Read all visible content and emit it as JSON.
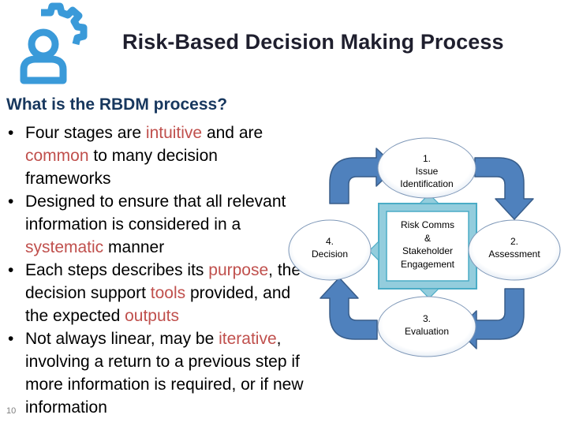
{
  "header": {
    "title": "Risk-Based Decision Making Process",
    "logo_icon": "person-gear-icon"
  },
  "content": {
    "subtitle": "What is the RBDM process?",
    "bullets": [
      {
        "parts": [
          "Four stages are ",
          "intuitive",
          " and are ",
          "common",
          " to many decision frameworks"
        ]
      },
      {
        "parts": [
          "Designed to ensure that all relevant information is considered in a ",
          "systematic",
          " manner"
        ]
      },
      {
        "parts": [
          "Each steps describes its ",
          "purpose",
          ", the decision support ",
          "tools",
          " provided, and the expected ",
          "outputs"
        ]
      },
      {
        "parts": [
          "Not always linear, may be ",
          "iterative",
          ", involving a return to a previous step if more information is required, or if new information"
        ]
      }
    ]
  },
  "diagram": {
    "nodes": {
      "issue": {
        "num": "1.",
        "label_line1": "Issue",
        "label_line2": "Identification"
      },
      "assessment": {
        "num": "2.",
        "label": "Assessment"
      },
      "evaluation": {
        "num": "3.",
        "label": "Evaluation"
      },
      "decision": {
        "num": "4.",
        "label": "Decision"
      },
      "center": {
        "line1": "Risk Comms",
        "line2": "&",
        "line3": "Stakeholder",
        "line4": "Engagement"
      }
    },
    "colors": {
      "arrow_fill": "#4f81bd",
      "arrow_stroke": "#385d8a",
      "center_fill": "#93cddd",
      "center_stroke": "#4bacc6"
    }
  },
  "footer": {
    "page_number": "10"
  },
  "colors": {
    "logo": "#3a9ad9",
    "highlight": "#c0504d",
    "subtitle": "#17375e"
  }
}
